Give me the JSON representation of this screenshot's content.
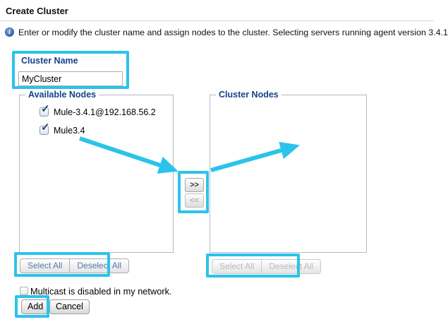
{
  "page": {
    "title": "Create Cluster"
  },
  "info": {
    "text": "Enter or modify the cluster name and assign nodes to the cluster. Selecting servers running agent version 3.4.1",
    "icon": "i"
  },
  "form": {
    "cluster_name": {
      "label": "Cluster Name",
      "value": "MyCluster"
    },
    "available_nodes": {
      "legend": "Available Nodes",
      "items": [
        {
          "label": "Mule-3.4.1@192.168.56.2",
          "checked": true
        },
        {
          "label": "Mule3.4",
          "checked": true
        }
      ],
      "select_all_label": "Select All",
      "deselect_all_label": "Deselect All",
      "buttons_disabled": false
    },
    "cluster_nodes": {
      "legend": "Cluster Nodes",
      "items": [],
      "select_all_label": "Select All",
      "deselect_all_label": "Deselect All",
      "buttons_disabled": true
    },
    "transfer": {
      "move_right_label": ">>",
      "move_left_label": "<<",
      "move_right_enabled": true,
      "move_left_enabled": false
    },
    "multicast": {
      "label": "Multicast is disabled in my network.",
      "checked": false
    },
    "actions": {
      "add_label": "Add",
      "cancel_label": "Cancel"
    }
  },
  "icons": {
    "checkmark": "✓"
  },
  "annotations": {
    "highlight_color": "#2bc3ea",
    "highlighted_elements": [
      "cluster-name-field",
      "transfer-buttons",
      "available-select-buttons",
      "cluster-select-buttons",
      "add-button"
    ],
    "arrow_count": 2
  },
  "colors": {
    "label_blue": "#15428B",
    "button_text_blue": "#5279ae",
    "highlight_cyan": "#2bc3ea"
  }
}
